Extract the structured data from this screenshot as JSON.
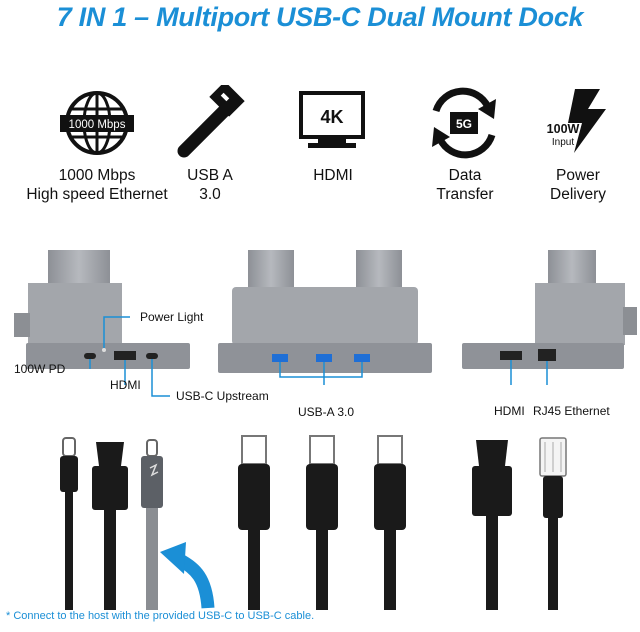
{
  "title": "7 IN 1 – Multiport USB-C Dual Mount Dock",
  "features": [
    {
      "icon": "globe-icon",
      "badge": "1000 Mbps",
      "line1": "1000 Mbps",
      "line2": "High speed Ethernet"
    },
    {
      "icon": "usb-a-icon",
      "line1": "USB A",
      "line2": "3.0"
    },
    {
      "icon": "monitor-4k-icon",
      "badge": "4K",
      "line1": "HDMI",
      "line2": ""
    },
    {
      "icon": "refresh-5g-icon",
      "badge": "5G",
      "line1": "Data",
      "line2": "Transfer"
    },
    {
      "icon": "lightning-icon",
      "badge": "100W",
      "badge2": "Input",
      "line1": "Power",
      "line2": "Delivery"
    }
  ],
  "ports": {
    "power_light": "Power Light",
    "pd": "100W PD",
    "hdmi_left": "HDMI",
    "usbc_upstream": "USB-C Upstream",
    "usba": "USB-A 3.0",
    "hdmi_right": "HDMI",
    "rj45": "RJ45 Ethernet"
  },
  "note": "* Connect to the host with the provided USB-C to USB-C cable.",
  "colors": {
    "accent": "#1b8fd6",
    "dock": "#a3a6ab",
    "usb_blue": "#1f6fd6",
    "cable": "#1a1a1a"
  }
}
